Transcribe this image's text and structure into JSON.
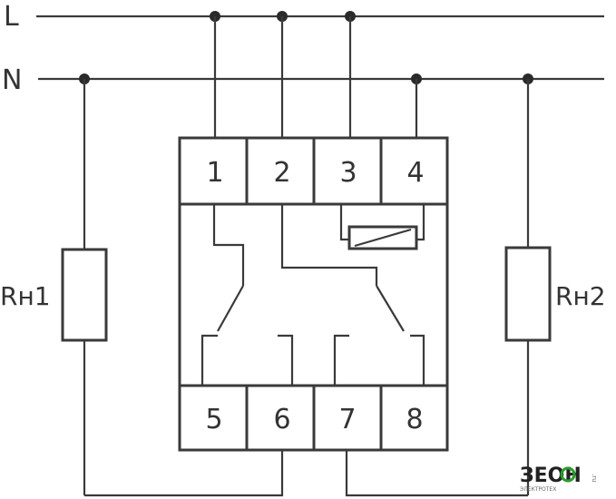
{
  "labels": {
    "line_L": "L",
    "line_N": "N",
    "load_1": "Rн1",
    "load_2": "Rн2"
  },
  "terminals_top": [
    "1",
    "2",
    "3",
    "4"
  ],
  "terminals_bottom": [
    "5",
    "6",
    "7",
    "8"
  ],
  "logo": {
    "text": "ЗЕОН",
    "sub_text": "ЭЛЕКТРОТЕХ",
    "domain": ".ru",
    "accent_color": "#2a9d2a"
  },
  "colors": {
    "line": "#3a3a3a",
    "background": "#ffffff"
  }
}
